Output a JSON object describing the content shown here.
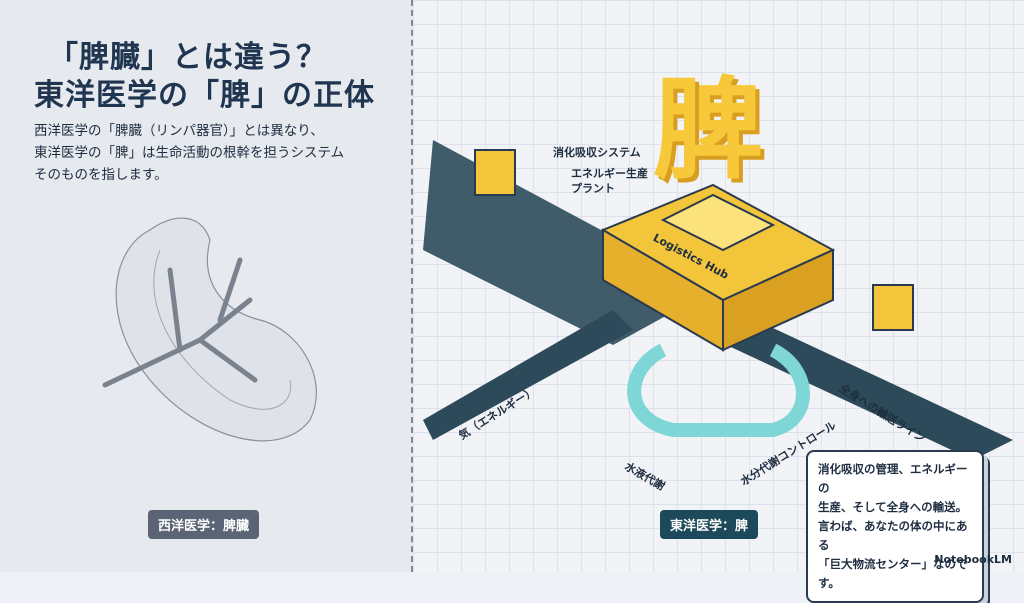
{
  "left": {
    "title_line1": "「脾臓」とは違う？",
    "title_line2": "東洋医学の「脾」の正体",
    "description": [
      "西洋医学の「脾臓（リンパ器官）」とは異なり、",
      "東洋医学の「脾」は生命活動の根幹を担うシステム",
      "そのものを指します。"
    ],
    "badge": "西洋医学：脾臓"
  },
  "right": {
    "big_character": "脾",
    "hub_label": "Logistics Hub",
    "labels": {
      "digestion": "消化吸収システム",
      "energy": "エネルギー生産\nプラント",
      "qi": "気（エネルギー）",
      "fluid": "水液代謝",
      "water_control": "水分代謝コントロール",
      "transport": "全身への輸送ライン"
    },
    "badge": "東洋医学：脾",
    "note": [
      "消化吸収の管理、エネルギーの",
      "生産、そして全身への輸送。",
      "言わば、あなたの体の中にある",
      "「巨大物流センター」なのです。"
    ]
  },
  "footer": {
    "logo": "NotebookLM"
  }
}
